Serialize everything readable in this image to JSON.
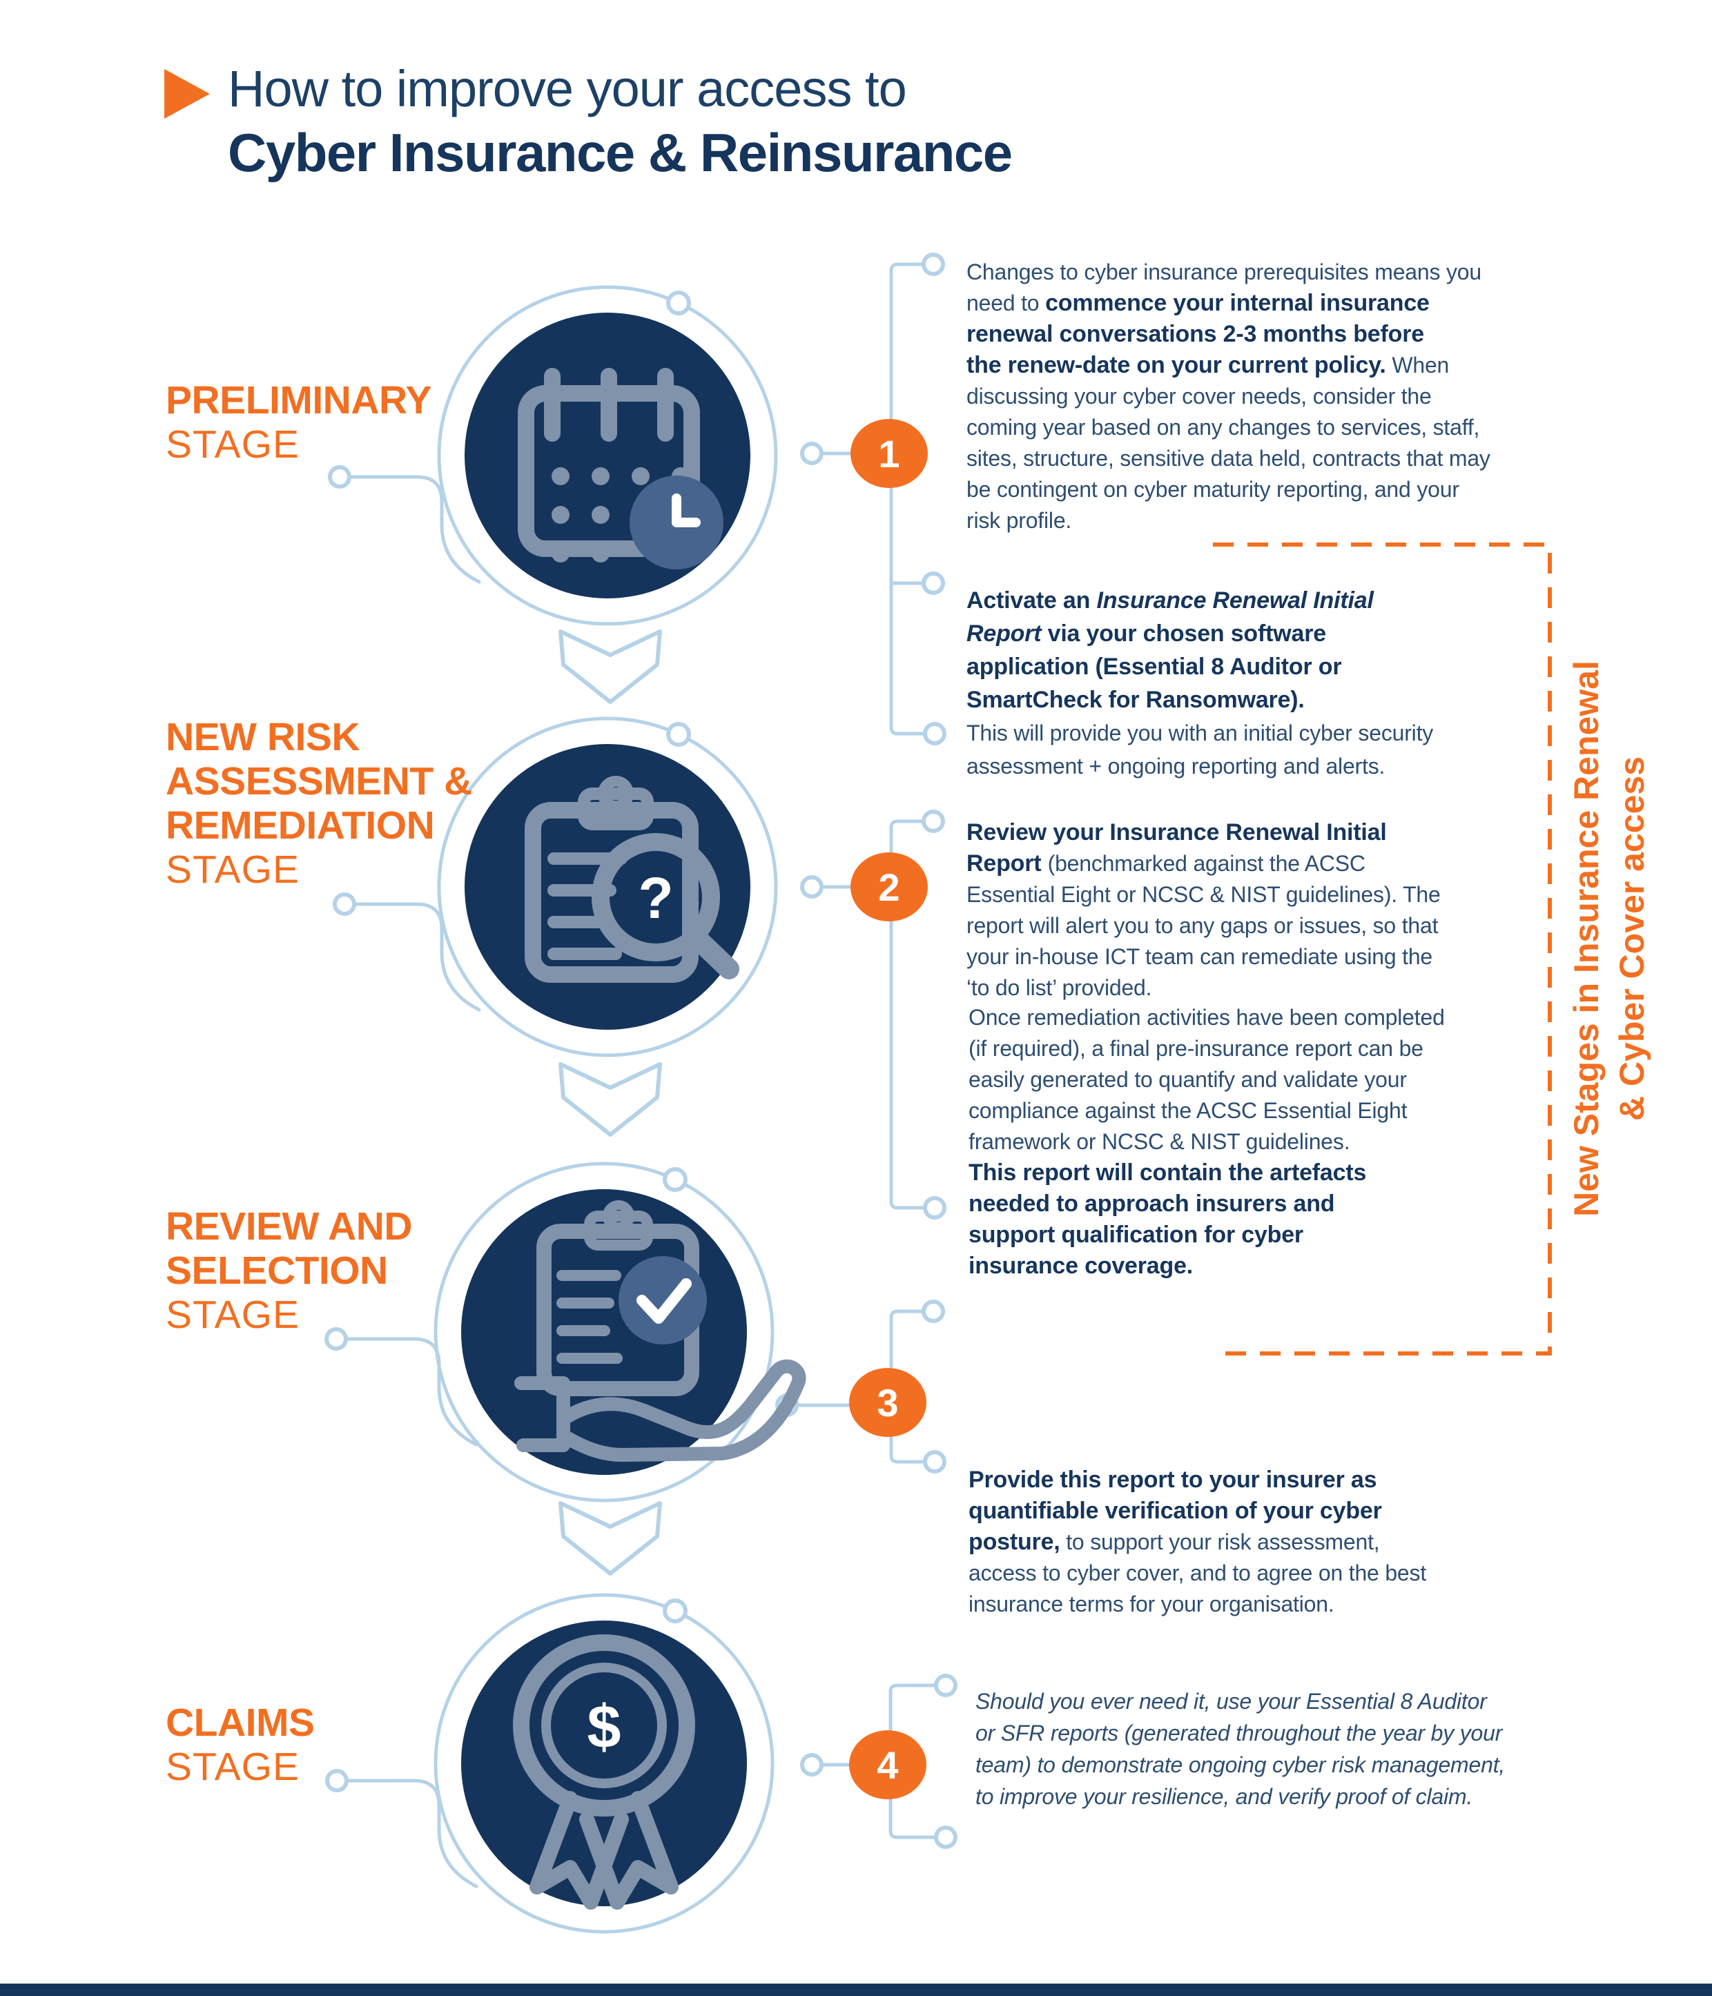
{
  "title": {
    "line1": "How to improve your access to",
    "line2": "Cyber Insurance & Reinsurance"
  },
  "stages": [
    {
      "number": "1",
      "label_lines": [
        "PRELIMINARY"
      ],
      "stage_word": "STAGE",
      "icon": "calendar-clock-icon"
    },
    {
      "number": "2",
      "label_lines": [
        "NEW RISK",
        "ASSESSMENT &",
        "REMEDIATION"
      ],
      "stage_word": "STAGE",
      "icon": "clipboard-magnifier-icon"
    },
    {
      "number": "3",
      "label_lines": [
        "REVIEW AND",
        "SELECTION"
      ],
      "stage_word": "STAGE",
      "icon": "clipboard-check-hand-icon"
    },
    {
      "number": "4",
      "label_lines": [
        "CLAIMS"
      ],
      "stage_word": "STAGE",
      "icon": "award-ribbon-dollar-icon"
    }
  ],
  "blocks": [
    {
      "name": "stage-1-text",
      "lines": [
        [
          {
            "t": "Changes to cyber insurance prerequisites means you",
            "s": "r"
          }
        ],
        [
          {
            "t": "need to ",
            "s": "r"
          },
          {
            "t": "commence your internal insurance",
            "s": "b"
          }
        ],
        [
          {
            "t": "renewal conversations 2-3 months before",
            "s": "b"
          }
        ],
        [
          {
            "t": "the renew-date on your current policy.",
            "s": "b"
          },
          {
            "t": " When",
            "s": "r"
          }
        ],
        [
          {
            "t": "discussing your cyber cover needs, consider the",
            "s": "r"
          }
        ],
        [
          {
            "t": "coming year based on any changes to services, staff,",
            "s": "r"
          }
        ],
        [
          {
            "t": "sites, structure, sensitive data held, contracts that may",
            "s": "r"
          }
        ],
        [
          {
            "t": "be contingent on cyber maturity reporting, and your",
            "s": "r"
          }
        ],
        [
          {
            "t": "risk profile.",
            "s": "r"
          }
        ]
      ]
    },
    {
      "name": "stage-2-text-activate",
      "lines": [
        [
          {
            "t": "Activate an ",
            "s": "b"
          },
          {
            "t": "Insurance Renewal Initial",
            "s": "bi"
          }
        ],
        [
          {
            "t": "Report",
            "s": "bi"
          },
          {
            "t": " via your chosen software",
            "s": "b"
          }
        ],
        [
          {
            "t": "application (Essential 8 Auditor or",
            "s": "b"
          }
        ],
        [
          {
            "t": "SmartCheck for Ransomware).",
            "s": "b"
          }
        ],
        [
          {
            "t": "This will provide you with an initial cyber security",
            "s": "r"
          }
        ],
        [
          {
            "t": "assessment + ongoing reporting and alerts.",
            "s": "r"
          }
        ]
      ]
    },
    {
      "name": "stage-2-text-review",
      "lines": [
        [
          {
            "t": "Review your Insurance Renewal Initial",
            "s": "b"
          }
        ],
        [
          {
            "t": "Report ",
            "s": "b"
          },
          {
            "t": "(benchmarked against the ACSC",
            "s": "r"
          }
        ],
        [
          {
            "t": "Essential Eight or NCSC & NIST guidelines). The",
            "s": "r"
          }
        ],
        [
          {
            "t": "report will alert you to any gaps or issues, so that",
            "s": "r"
          }
        ],
        [
          {
            "t": "your in-house ICT team can remediate using the",
            "s": "r"
          }
        ],
        [
          {
            "t": "‘to do list’ provided.",
            "s": "r"
          }
        ]
      ]
    },
    {
      "name": "stage-2-text-remediation",
      "lines": [
        [
          {
            "t": "Once remediation activities have been completed",
            "s": "r"
          }
        ],
        [
          {
            "t": "(if required), a final pre-insurance report can be",
            "s": "r"
          }
        ],
        [
          {
            "t": "easily generated to quantify and validate your",
            "s": "r"
          }
        ],
        [
          {
            "t": "compliance against the ACSC Essential Eight",
            "s": "r"
          }
        ],
        [
          {
            "t": "framework or NCSC & NIST guidelines.",
            "s": "r"
          }
        ],
        [
          {
            "t": "This report will contain the artefacts",
            "s": "b"
          }
        ],
        [
          {
            "t": "needed to approach insurers and",
            "s": "b"
          }
        ],
        [
          {
            "t": "support qualification for cyber",
            "s": "b"
          }
        ],
        [
          {
            "t": "insurance coverage.",
            "s": "b"
          }
        ]
      ]
    },
    {
      "name": "stage-3-text",
      "lines": [
        [
          {
            "t": "Provide this report to your insurer as",
            "s": "b"
          }
        ],
        [
          {
            "t": "quantifiable verification of your cyber",
            "s": "b"
          }
        ],
        [
          {
            "t": "posture,",
            "s": "b"
          },
          {
            "t": " to support your risk assessment,",
            "s": "r"
          }
        ],
        [
          {
            "t": "access to cyber cover, and to agree on the best",
            "s": "r"
          }
        ],
        [
          {
            "t": "insurance terms for your organisation.",
            "s": "r"
          }
        ]
      ]
    },
    {
      "name": "stage-4-text",
      "lines": [
        [
          {
            "t": "Should you ever need it, use your Essential 8 Auditor",
            "s": "i"
          }
        ],
        [
          {
            "t": "or SFR reports (generated throughout the year by your",
            "s": "i"
          }
        ],
        [
          {
            "t": "team) to demonstrate ongoing cyber risk management,",
            "s": "i"
          }
        ],
        [
          {
            "t": "to improve your resilience, and verify proof of claim.",
            "s": "i"
          }
        ]
      ]
    }
  ],
  "side_note": {
    "line1": "New Stages in Insurance Renewal",
    "line2": "& Cyber Cover access"
  },
  "icons": {
    "magnifier_glyph": "?",
    "award_glyph": "$"
  },
  "colors": {
    "navy": "#16355c",
    "navy_circle": "#14345b",
    "orange": "#f26f21",
    "light_blue": "#b5d2e7",
    "steel": "#8093ab",
    "medium_blue": "#47648e",
    "body_text": "#2d4d72"
  }
}
